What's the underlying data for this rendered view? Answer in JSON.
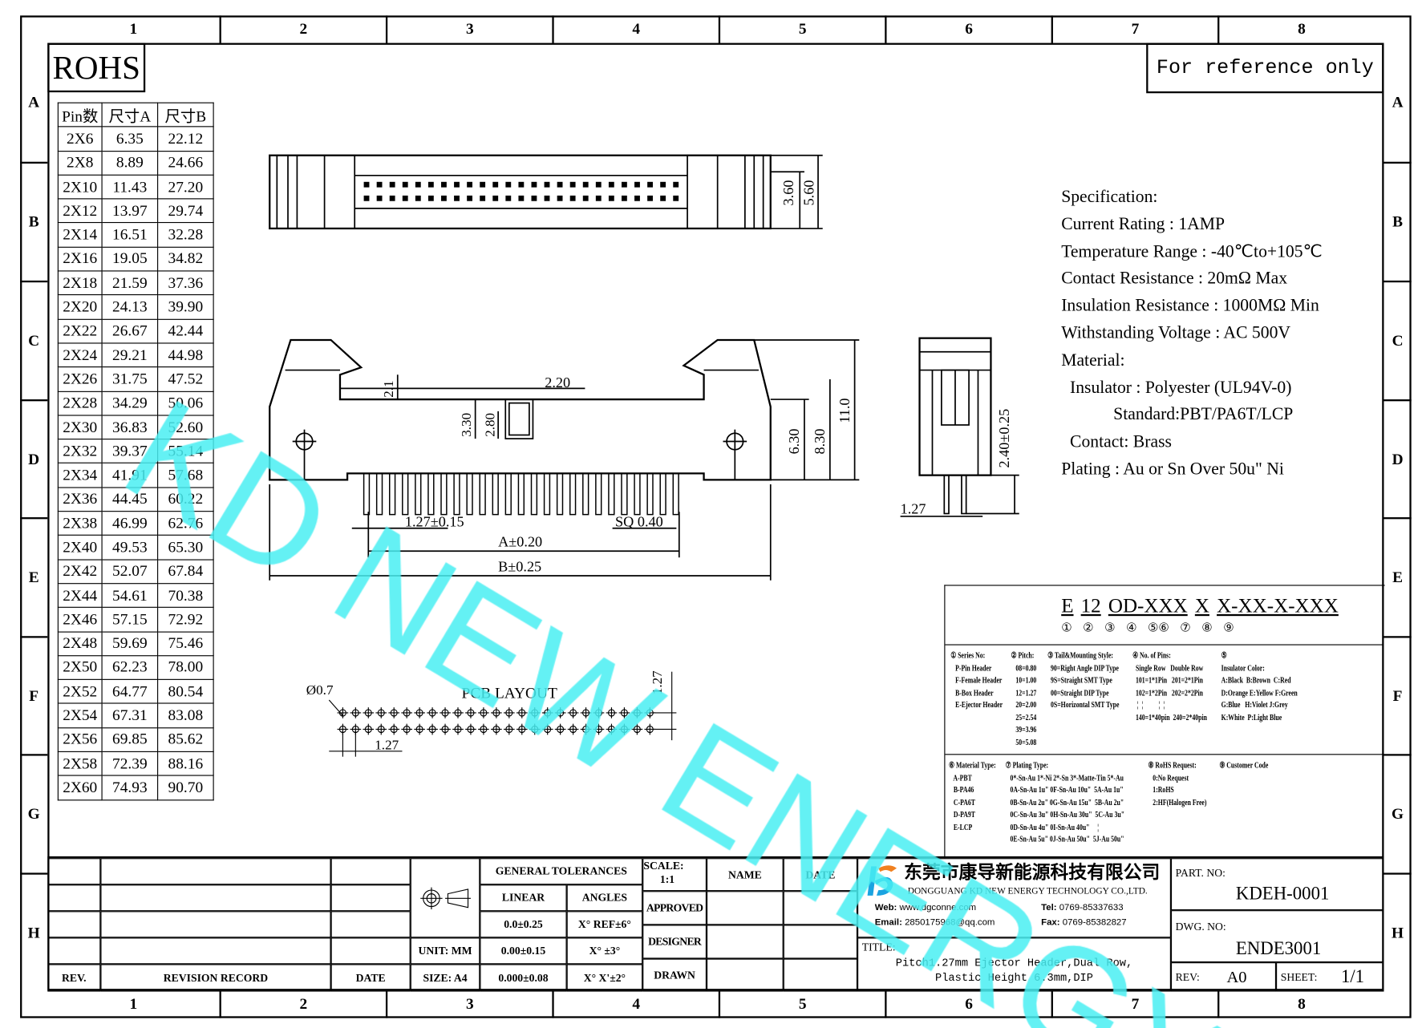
{
  "frame": {
    "columns": [
      "1",
      "2",
      "3",
      "4",
      "5",
      "6",
      "7",
      "8"
    ],
    "rows": [
      "A",
      "B",
      "C",
      "D",
      "E",
      "F",
      "G",
      "H"
    ]
  },
  "rohs": "ROHS",
  "reference": "For reference only",
  "pin_table": {
    "headers": [
      "Pin数",
      "尺寸A",
      "尺寸B"
    ],
    "rows": [
      [
        "2X6",
        "6.35",
        "22.12"
      ],
      [
        "2X8",
        "8.89",
        "24.66"
      ],
      [
        "2X10",
        "11.43",
        "27.20"
      ],
      [
        "2X12",
        "13.97",
        "29.74"
      ],
      [
        "2X14",
        "16.51",
        "32.28"
      ],
      [
        "2X16",
        "19.05",
        "34.82"
      ],
      [
        "2X18",
        "21.59",
        "37.36"
      ],
      [
        "2X20",
        "24.13",
        "39.90"
      ],
      [
        "2X22",
        "26.67",
        "42.44"
      ],
      [
        "2X24",
        "29.21",
        "44.98"
      ],
      [
        "2X26",
        "31.75",
        "47.52"
      ],
      [
        "2X28",
        "34.29",
        "50.06"
      ],
      [
        "2X30",
        "36.83",
        "52.60"
      ],
      [
        "2X32",
        "39.37",
        "55.14"
      ],
      [
        "2X34",
        "41.91",
        "57.68"
      ],
      [
        "2X36",
        "44.45",
        "60.22"
      ],
      [
        "2X38",
        "46.99",
        "62.76"
      ],
      [
        "2X40",
        "49.53",
        "65.30"
      ],
      [
        "2X42",
        "52.07",
        "67.84"
      ],
      [
        "2X44",
        "54.61",
        "70.38"
      ],
      [
        "2X46",
        "57.15",
        "72.92"
      ],
      [
        "2X48",
        "59.69",
        "75.46"
      ],
      [
        "2X50",
        "62.23",
        "78.00"
      ],
      [
        "2X52",
        "64.77",
        "80.54"
      ],
      [
        "2X54",
        "67.31",
        "83.08"
      ],
      [
        "2X56",
        "69.85",
        "85.62"
      ],
      [
        "2X58",
        "72.39",
        "88.16"
      ],
      [
        "2X60",
        "74.93",
        "90.70"
      ]
    ]
  },
  "dims": {
    "top_h1": "3.60",
    "top_h2": "5.60",
    "d21": "2.1",
    "d220": "2.20",
    "d330": "3.30",
    "d280": "2.80",
    "d630": "6.30",
    "d830": "8.30",
    "d110": "11.0",
    "d240": "2.40±0.25",
    "d127end": "1.27",
    "pitch": "1.27±0.15",
    "sq": "SQ 0.40",
    "a": "A±0.20",
    "b": "B±0.25",
    "hole": "Ø0.7",
    "pcb_title": "PCB LAYOUT",
    "pcb_pitch_x": "1.27",
    "pcb_pitch_y": "1.27"
  },
  "watermark": "KD NEW ENERGY",
  "spec": [
    "Specification:",
    "Current Rating : 1AMP",
    "Temperature Range : -40℃to+105℃",
    "Contact Resistance : 20mΩ Max",
    "Insulation Resistance : 1000MΩ Min",
    "Withstanding Voltage : AC 500V",
    "Material:",
    "  Insulator : Polyester (UL94V-0)",
    "            Standard:PBT/PA6T/LCP",
    "  Contact: Brass",
    "Plating : Au or Sn Over 50u\" Ni"
  ],
  "code": {
    "parts": [
      "E",
      "12",
      "OD-XXX",
      "X",
      "X-XX-X-XXX"
    ],
    "marks": [
      "①",
      "②",
      "③",
      "④",
      "⑤⑥",
      "⑦",
      "⑧",
      "⑨"
    ]
  },
  "legend": {
    "series": "① Series No:\n   P-Pin Header\n   F-Female Header\n   B-Box Header\n   E-Ejector Header",
    "pitch": "② Pitch:\n   08=0.80\n   10=1.00\n   12=1.27\n   20=2.00\n   25=2.54\n   39=3.96\n   50=5.08",
    "tail": "③ Tail&Mounting Style:\n  90=Right Angle DIP Type\n  9S=Straight SMT Type\n  00=Straight DIP Type\n  0S=Horizontal SMT Type",
    "pins": "④ No. of Pins:\n  Single Row   Double Row\n  101=1*1Pin   201=2*1Pin\n  102=1*2Pin   202=2*2Pin\n   ¦  ¦          ¦  ¦\n  140=1*40pin  240=2*40pin",
    "color": "⑤\nInsulator Color:\nA:Black  B:Brown  C:Red\nD:Orange E:Yellow F:Green\nG:Blue   H:Violet J:Grey\nK:White  P:Light Blue",
    "material": "⑥ Material Type:\n   A-PBT\n   B-PA46\n   C-PA6T\n   D-PA9T\n   E-LCP",
    "plating": "⑦ Plating Type:\n   0*-Sn-Au 1*-Ni 2*-Sn 3*-Matte-Tin 5*-Au\n   0A-Sn-Au 1u\" 0F-Sn-Au 10u\"  5A-Au 1u\"\n   0B-Sn-Au 2u\" 0G-Sn-Au 15u\"  5B-Au 2u\"\n   0C-Sn-Au 3u\" 0H-Sn-Au 30u\"  5C-Au 3u\"\n   0D-Sn-Au 4u\" 0I-Sn-Au 40u\"     ¦\n   0E-Sn-Au 5u\" 0J-Sn-Au 50u\"  5J-Au 50u\"",
    "rohs": "⑧ RoHS Request:\n   0:No Request\n   1:RoHS\n   2:HF(Halogen Free)",
    "customer": "⑨ Customer Code"
  },
  "titleblock": {
    "rev": "REV.",
    "revision_record": "REVISION RECORD",
    "date": "DATE",
    "general_tol": "GENERAL TOLERANCES",
    "linear": "LINEAR",
    "angles": "ANGLES",
    "lin1": "0.0±0.25",
    "ang1": "X° REF±6°",
    "unit": "UNIT: MM",
    "lin2": "0.00±0.15",
    "ang2": "X° ±3°",
    "size": "SIZE: A4",
    "lin3": "0.000±0.08",
    "ang3": "X° X'±2°",
    "scale": "SCALE:\n      1:1",
    "name": "NAME",
    "date2": "DATE",
    "approved": "APPROVED",
    "designer": "DESIGNER",
    "drawn": "DRAWN",
    "company_cn": "东莞市康导新能源科技有限公司",
    "company_en": "DONGGUANG KD NEW ENERGY TECHNOLOGY CO.,LTD.",
    "web_label": "Web:",
    "web": "www.dgconne.com",
    "tel_label": "Tel:",
    "tel": "0769-85337633",
    "email_label": "Email:",
    "email": "2850175968@qq.com",
    "fax_label": "Fax:",
    "fax": "0769-85382827",
    "title_label": "TITLE:",
    "title": "Pitch1.27mm Ejector Header,Dual Row,\nPlastic Height 6.3mm,DIP",
    "part_no_label": "PART. NO:",
    "part_no": "KDEH-0001",
    "dwg_no_label": "DWG. NO:",
    "dwg_no": "ENDE3001",
    "rev_label": "REV:",
    "rev_val": "A0",
    "sheet_label": "SHEET:",
    "sheet": "1/1"
  },
  "colors": {
    "watermark": "#49eef2",
    "logo": "#1aa3e0",
    "logo2": "#f08020"
  }
}
